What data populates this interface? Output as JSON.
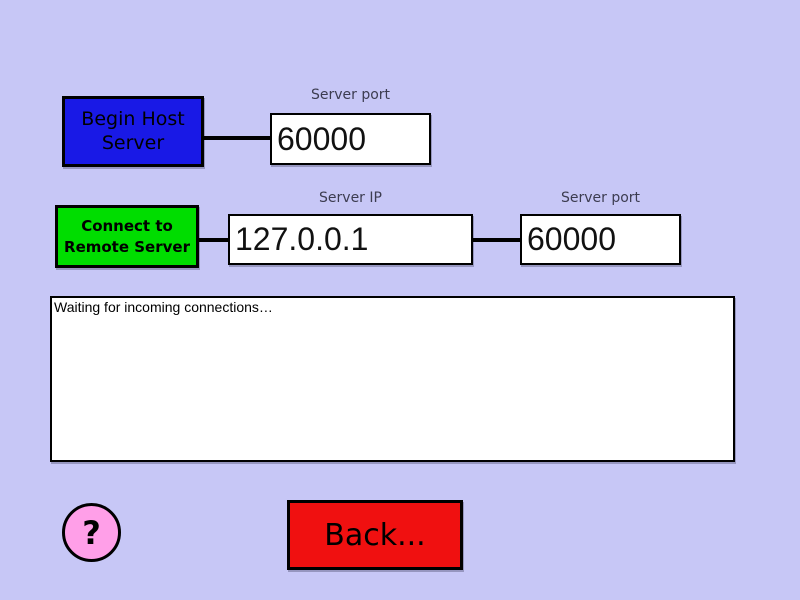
{
  "background_color": "#c7c7f6",
  "host_section": {
    "button_label": "Begin Host Server",
    "button_color": "#1919e6",
    "port_label": "Server port",
    "port_value": "60000"
  },
  "connect_section": {
    "button_label": "Connect to Remote Server",
    "button_color": "#00dd00",
    "ip_label": "Server IP",
    "ip_value": "127.0.0.1",
    "port_label": "Server port",
    "port_value": "60000"
  },
  "log": {
    "status_text": "Waiting for incoming connections…"
  },
  "footer": {
    "help_label": "?",
    "help_color": "#ff9fe8",
    "back_label": "Back...",
    "back_color": "#f01010"
  }
}
